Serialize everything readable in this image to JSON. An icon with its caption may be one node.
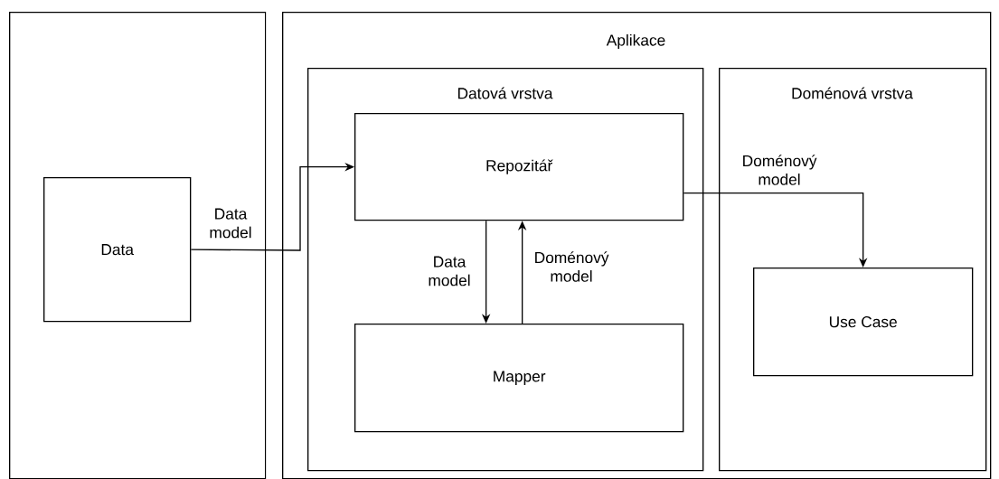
{
  "diagram": {
    "nodes": [
      {
        "text": [],
        "shape": "box"
      },
      {
        "text": [
          "Aplikace"
        ]
      },
      {
        "text": [
          "Datová vrstva"
        ],
        "in": 1
      },
      {
        "text": [
          "Doménová vrstva"
        ],
        "in": 1
      },
      {
        "text": [
          "Data"
        ],
        "in": 0
      },
      {
        "text": [
          "Repozitář"
        ],
        "in": 2
      },
      {
        "text": [
          "Mapper"
        ],
        "in": 2
      },
      {
        "text": [
          "Use Case"
        ],
        "in": 3
      }
    ],
    "edges": [
      {
        "from": 4,
        "to": 5,
        "arrow": "to",
        "label": "Data model"
      },
      {
        "from": 5,
        "to": 6,
        "arrow": "to",
        "label": "Data model"
      },
      {
        "from": 6,
        "to": 5,
        "arrow": "to",
        "label": "Doménový model"
      },
      {
        "from": 5,
        "to": 7,
        "arrow": "to",
        "label": "Doménový model"
      }
    ]
  }
}
